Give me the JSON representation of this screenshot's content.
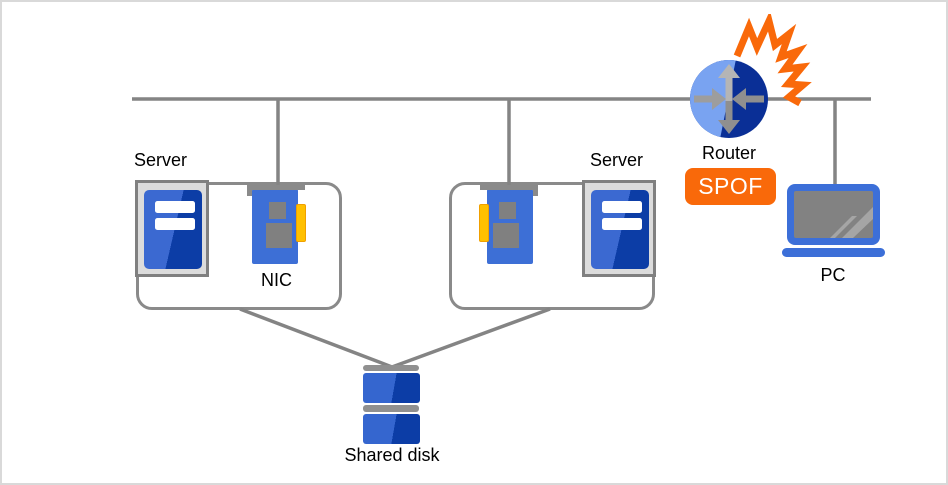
{
  "diagram_type": "network-spof-diagram",
  "colors": {
    "line_gray": "#848484",
    "group_border_gray": "#8a8a8a",
    "server_blue_light": "#3b69d1",
    "server_blue_dark": "#0c3da6",
    "nic_blue": "#3d6fd6",
    "nic_edge_yellow": "#ffc000",
    "router_blue_light": "#79a3f1",
    "router_blue_dark": "#0a2f96",
    "explosion_orange": "#f9690a",
    "spof_badge_orange": "#f9690a",
    "pc_blue": "#3c6fd8",
    "icon_gray": "#808080"
  },
  "nodes": {
    "server_group_1": {
      "label": "Server",
      "nic_label": "NIC"
    },
    "server_group_2": {
      "label": "Server"
    },
    "router": {
      "label": "Router",
      "badge": "SPOF"
    },
    "pc": {
      "label": "PC"
    },
    "shared_disk": {
      "label": "Shared disk"
    }
  }
}
